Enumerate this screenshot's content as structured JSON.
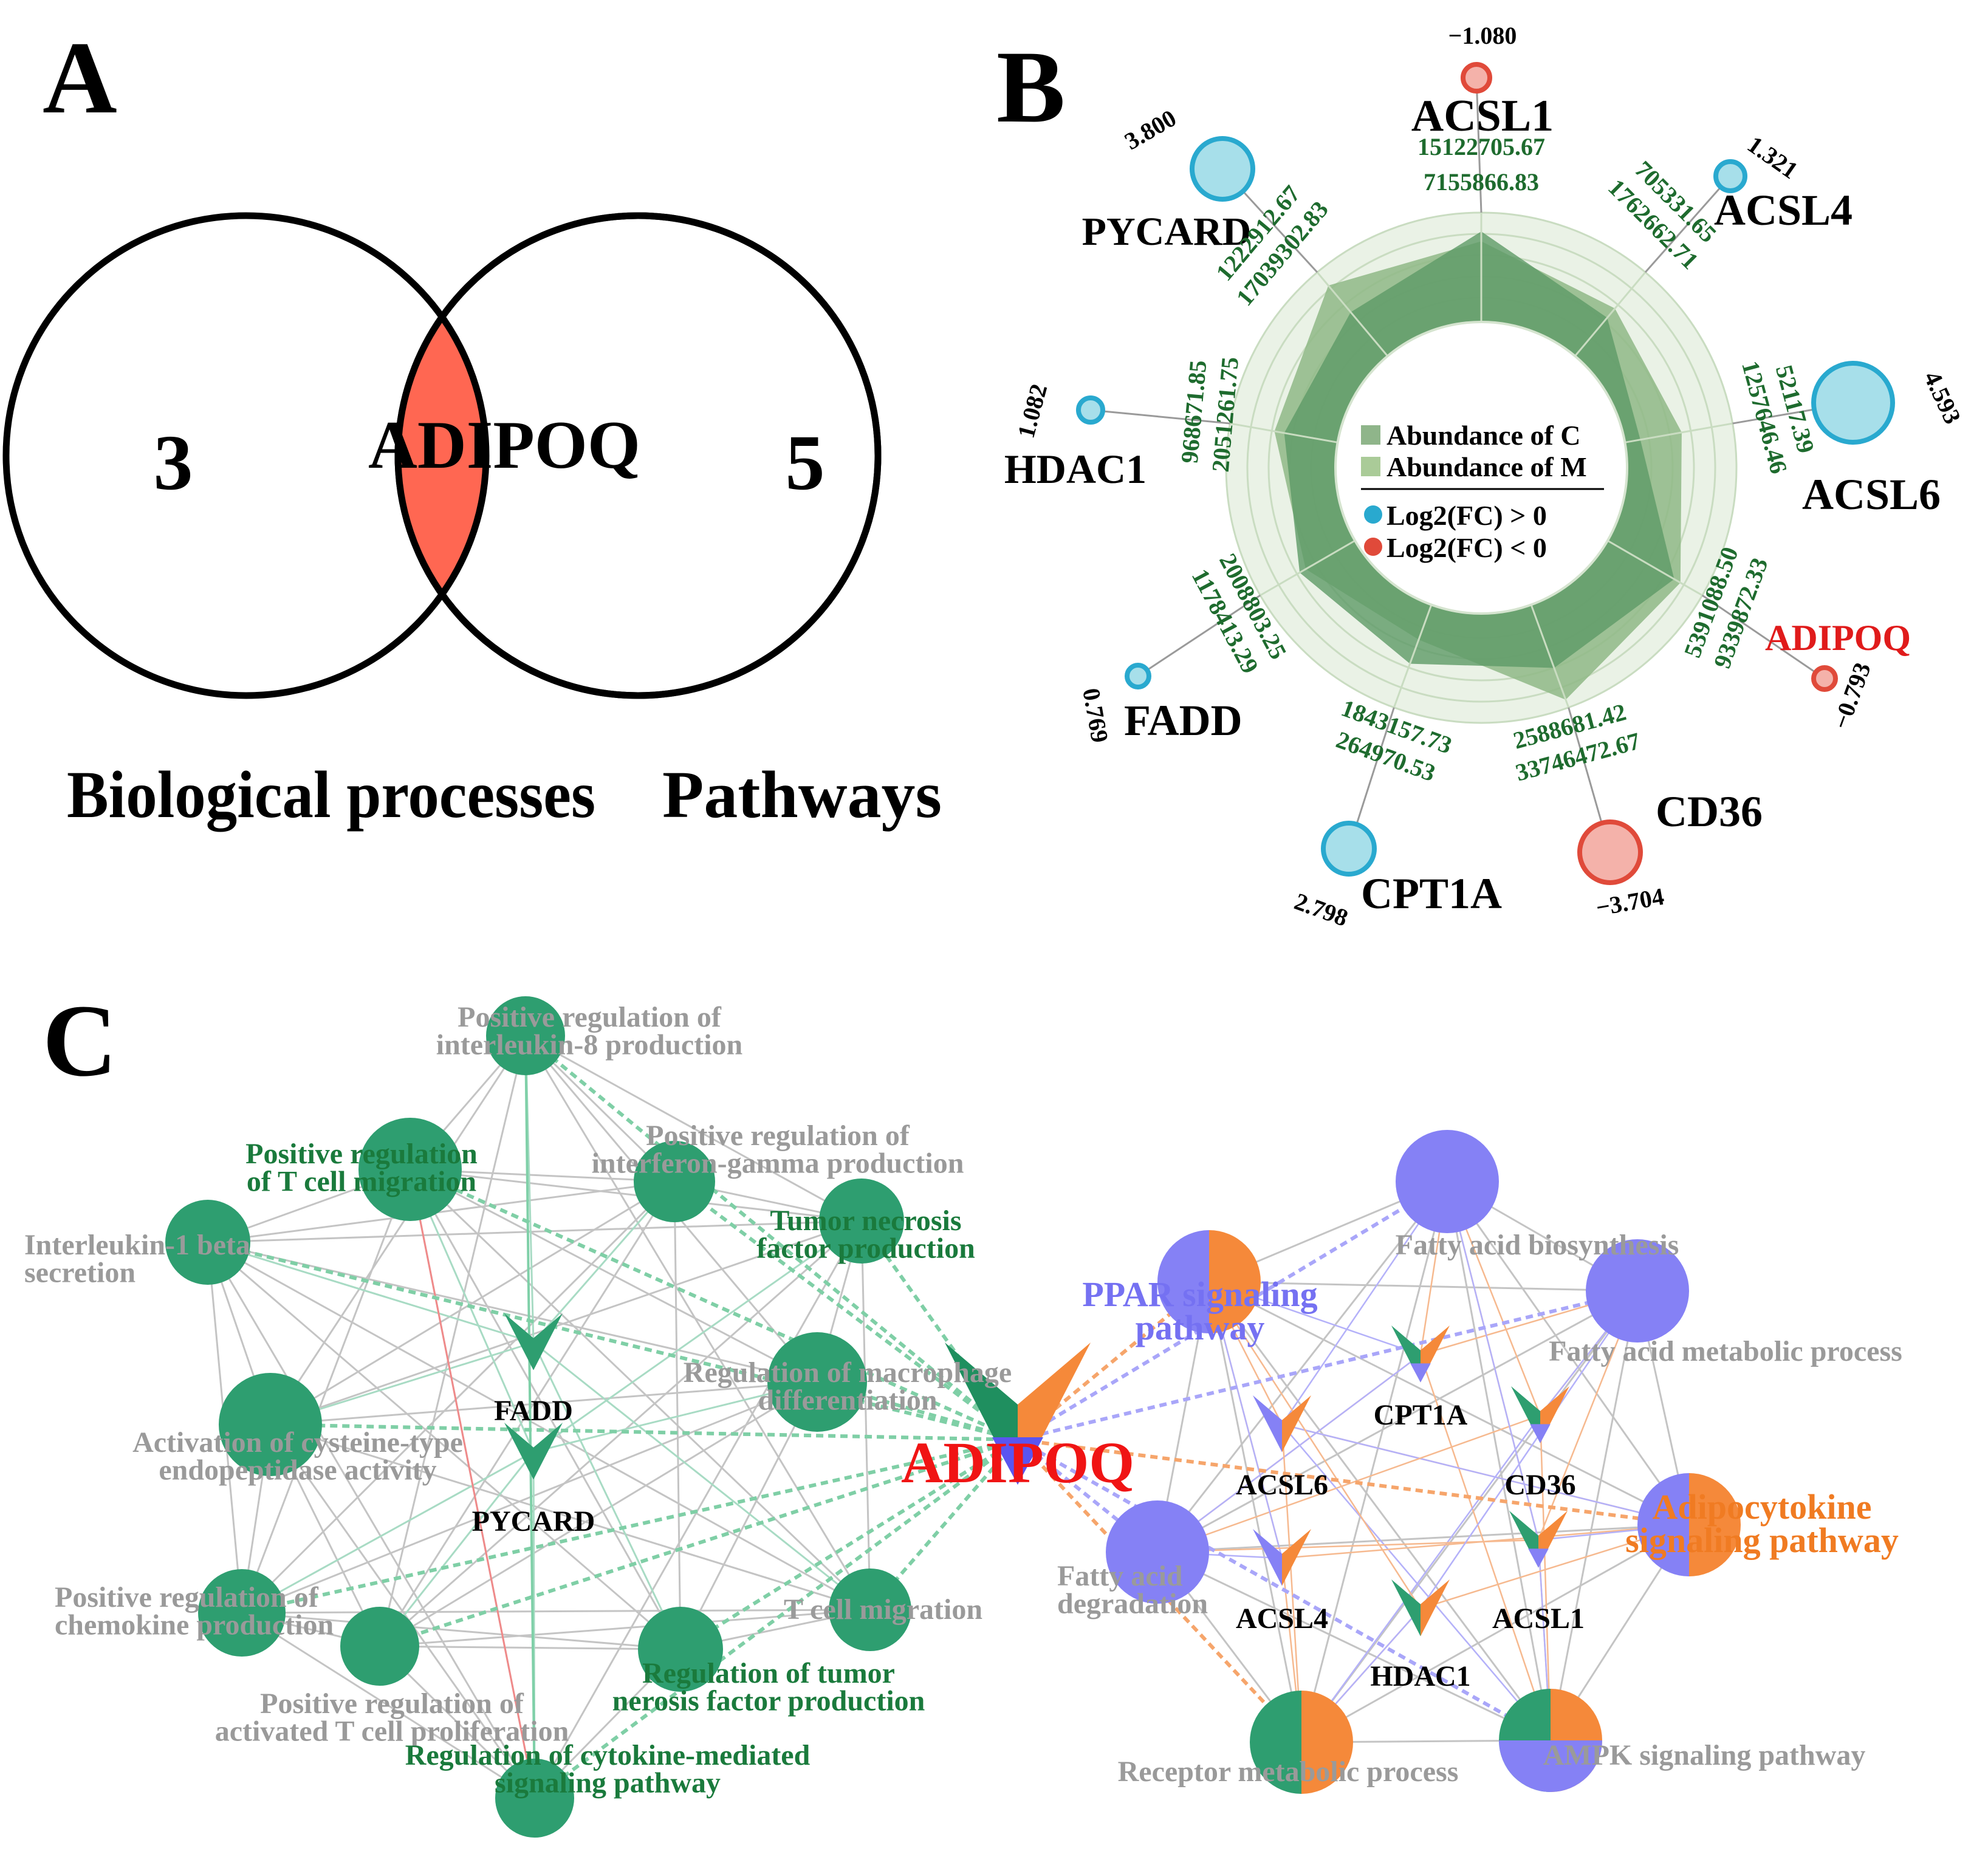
{
  "panel_a": {
    "letter": "A",
    "left_label": "Biological processes",
    "right_label": "Pathways",
    "left_only": "3",
    "right_only": "5",
    "intersection": "ADIPOQ",
    "intersection_color": "#ff6752"
  },
  "panel_b": {
    "letter": "B",
    "legend": {
      "abundance_c": "Abundance of C",
      "abundance_m": "Abundance of M",
      "fc_up": "Log2(FC) > 0",
      "fc_down": "Log2(FC) < 0"
    },
    "colors": {
      "up": "#29a9cf",
      "up_fill": "#a7dfea",
      "down": "#e04a3a",
      "down_fill": "#f4b2aa",
      "values": "#1e6b2e",
      "area_c": "#5e9a66",
      "area_m": "#8fb886"
    },
    "genes": [
      {
        "name": "ACSL1",
        "log2fc": "−1.080",
        "abundance_c": "15122705.67",
        "abundance_m": "7155866.83"
      },
      {
        "name": "ACSL4",
        "log2fc": "1.321",
        "abundance_c": "705331.65",
        "abundance_m": "1762662.71"
      },
      {
        "name": "ACSL6",
        "log2fc": "4.593",
        "abundance_c": "52117.39",
        "abundance_m": "1257646.46"
      },
      {
        "name": "ADIPOQ",
        "log2fc": "−0.793",
        "abundance_c": "5391088.50",
        "abundance_m": "9339872.33"
      },
      {
        "name": "CD36",
        "log2fc": "−3.704",
        "abundance_c": "2588681.42",
        "abundance_m": "33746472.67"
      },
      {
        "name": "CPT1A",
        "log2fc": "2.798",
        "abundance_c": "1843157.73",
        "abundance_m": "264970.53"
      },
      {
        "name": "FADD",
        "log2fc": "0.769",
        "abundance_c": "2008803.25",
        "abundance_m": "1178413.29"
      },
      {
        "name": "HDAC1",
        "log2fc": "1.082",
        "abundance_c": "968671.85",
        "abundance_m": "2051261.75"
      },
      {
        "name": "PYCARD",
        "log2fc": "3.800",
        "abundance_c": "1222912.67",
        "abundance_m": "17039302.83"
      }
    ]
  },
  "panel_c": {
    "letter": "C",
    "hub": "ADIPOQ",
    "colors": {
      "process": "#2e9e70",
      "pathway": "#8581f5",
      "orange": "#f5893a",
      "highlight_text": "#1a7a3c",
      "gray_text": "#9a9a9a"
    },
    "process_nodes": [
      "Positive regulation of interleukin-8 production",
      "Positive regulation of T cell migration",
      "Positive regulation of interferon-gamma production",
      "Tumor necrosis factor production",
      "Interleukin-1 beta secretion",
      "Regulation of macrophage differentiation",
      "Activation of cysteine-type endopeptidase activity",
      "Positive regulation of chemokine production",
      "T cell migration",
      "Positive regulation of activated T cell proliferation",
      "Regulation of tumor nerosis factor production",
      "Regulation of cytokine-mediated signaling pathway"
    ],
    "pathway_nodes": [
      "Fatty acid biosynthesis",
      "PPAR signaling pathway",
      "Fatty acid metabolic process",
      "Adipocytokine signaling pathway",
      "Fatty acid degradation",
      "Receptor metabolic process",
      "AMPK signaling pathway"
    ],
    "genes": [
      "FADD",
      "PYCARD",
      "CPT1A",
      "ACSL6",
      "CD36",
      "ACSL4",
      "ACSL1",
      "HDAC1"
    ],
    "label_lines": {
      "il8": [
        "Positive regulation of",
        "interleukin-8 production"
      ],
      "tcellmig": [
        "Positive regulation",
        "of T cell migration"
      ],
      "ifng": [
        "Positive regulation of",
        "interferon-gamma production"
      ],
      "tnf": [
        "Tumor necrosis",
        "factor production"
      ],
      "il1b": [
        "Interleukin-1 beta",
        "secretion"
      ],
      "macro": [
        "Regulation of macrophage",
        "differentiation"
      ],
      "cysteine": [
        "Activation of cysteine-type",
        "endopeptidase activity"
      ],
      "chemokine": [
        "Positive regulation of",
        "chemokine production"
      ],
      "tcellprolif": [
        "Positive regulation of",
        "activated T cell proliferation"
      ],
      "tnfreg": [
        "Regulation of tumor",
        "nerosis factor production"
      ],
      "cytokine": [
        "Regulation of cytokine-mediated",
        "signaling pathway"
      ],
      "ppar": [
        "PPAR signaling",
        "pathway"
      ],
      "adipocytokine": [
        "Adipocytokine",
        "signaling pathway"
      ],
      "fadeg": [
        "Fatty acid",
        "degradation"
      ]
    }
  }
}
